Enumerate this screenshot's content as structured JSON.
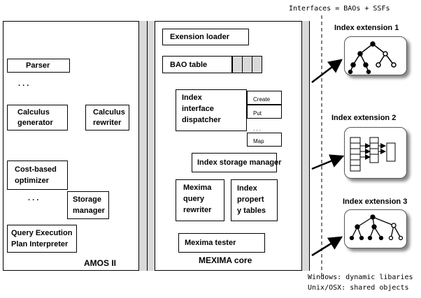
{
  "header": {
    "interfaces": "Interfaces = BAOs + SSFs"
  },
  "amos": {
    "title": "AMOS II",
    "parser": "Parser",
    "ellipsis_top": ". . .",
    "calculus_generator_l1": "Calculus",
    "calculus_generator_l2": "generator",
    "calculus_rewriter_l1": "Calculus",
    "calculus_rewriter_l2": "rewriter",
    "cost_optimizer_l1": "Cost-based",
    "cost_optimizer_l2": "optimizer",
    "ellipsis_bottom": ". . .",
    "storage_manager_l1": "Storage",
    "storage_manager_l2": "manager",
    "qep_l1": "Query Execution",
    "qep_l2": "Plan Interpreter"
  },
  "mexima": {
    "title": "MEXIMA core",
    "extension_loader": "Exension loader",
    "bao_table": "BAO table",
    "dispatcher_l1": "Index",
    "dispatcher_l2": "interface",
    "dispatcher_l3": "dispatcher",
    "op_create": "Create",
    "op_put": "Put",
    "op_dots": ". . .",
    "op_map": "Map",
    "index_storage_manager": "Index storage manager",
    "query_rewriter_l1": "Mexima",
    "query_rewriter_l2": "query",
    "query_rewriter_l3": "rewriter",
    "property_tables_l1": "Index",
    "property_tables_l2": "propert",
    "property_tables_l3": "y tables",
    "tester": "Mexima tester"
  },
  "extensions": {
    "ext1": "Index extension 1",
    "ext2": "Index extension 2",
    "ext3": "Index extension 3"
  },
  "footer": {
    "windows": "Windows: dynamic libaries",
    "unix": "Unix/OSX: shared objects"
  }
}
